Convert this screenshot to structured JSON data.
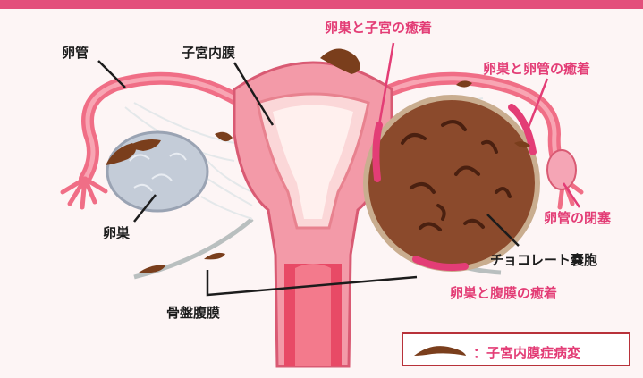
{
  "labels": {
    "fallopian_tube": "卵管",
    "endometrium": "子宮内膜",
    "ovary": "卵巣",
    "pelvic_peritoneum": "骨盤腹膜",
    "adhesion_ovary_uterus": "卵巣と子宮の癒着",
    "adhesion_ovary_tube": "卵巣と卵管の癒着",
    "tube_occlusion": "卵管の閉塞",
    "chocolate_cyst": "チョコレート嚢胞",
    "adhesion_ovary_peritoneum": "卵巣と腹膜の癒着"
  },
  "legend": {
    "text": "：子宮内膜症病変"
  },
  "colors": {
    "accent_pink": "#e33d76",
    "label_dark": "#1c1c1c",
    "lesion_brown": "#7a3e1c",
    "legend_border": "#b8323a"
  }
}
